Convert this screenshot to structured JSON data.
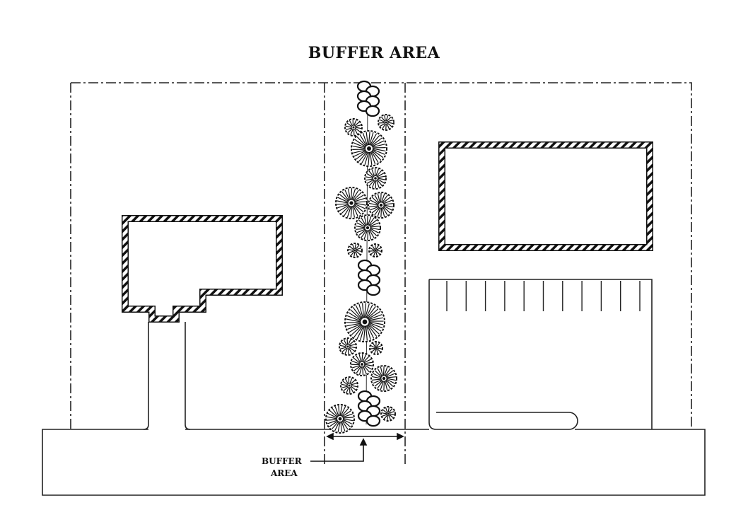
{
  "title": "BUFFER AREA",
  "callout": {
    "line1": "BUFFER",
    "line2": "AREA"
  }
}
